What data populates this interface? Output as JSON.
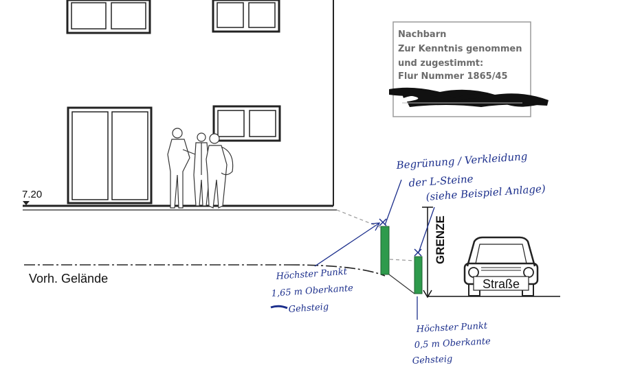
{
  "elevation_label": "7.20",
  "ground_label": "Vorh. Gelände",
  "neighbor_note": {
    "line1": "Nachbarn",
    "line2": "Zur Kenntnis genommen",
    "line3": "und zugestimmt:",
    "line4": "Flur Nummer 1865/45"
  },
  "boundary_label": "GRENZE",
  "street_label": "Straße",
  "note_greening": {
    "line1": "Begrünung / Verkleidung",
    "line2": "der L-Steine",
    "line3": "(siehe Beispiel Anlage)"
  },
  "note_high_point": {
    "line1": "Höchster Punkt",
    "line2": "1,65 m Oberkante",
    "line3": "Gehsteig"
  },
  "note_low_point": {
    "line1": "Höchster Punkt",
    "line2": "0,5 m Oberkante",
    "line3": "Gehsteig"
  },
  "colors": {
    "wall_green": "#2e9a4c",
    "ink_blue": "#1c2f8c",
    "stamp_gray": "#6b6b6b"
  }
}
